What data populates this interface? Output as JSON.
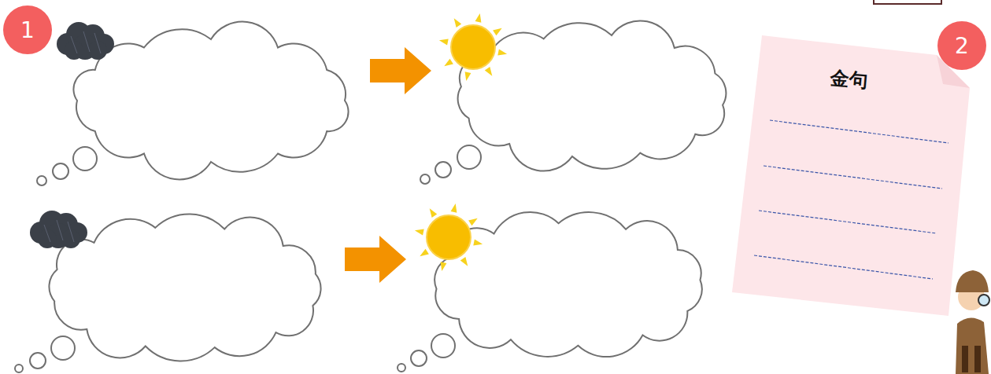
{
  "diagram": {
    "nodes": [
      {
        "text": [
          "金句"
        ]
      }
    ],
    "labels": [
      "1",
      "2"
    ]
  }
}
